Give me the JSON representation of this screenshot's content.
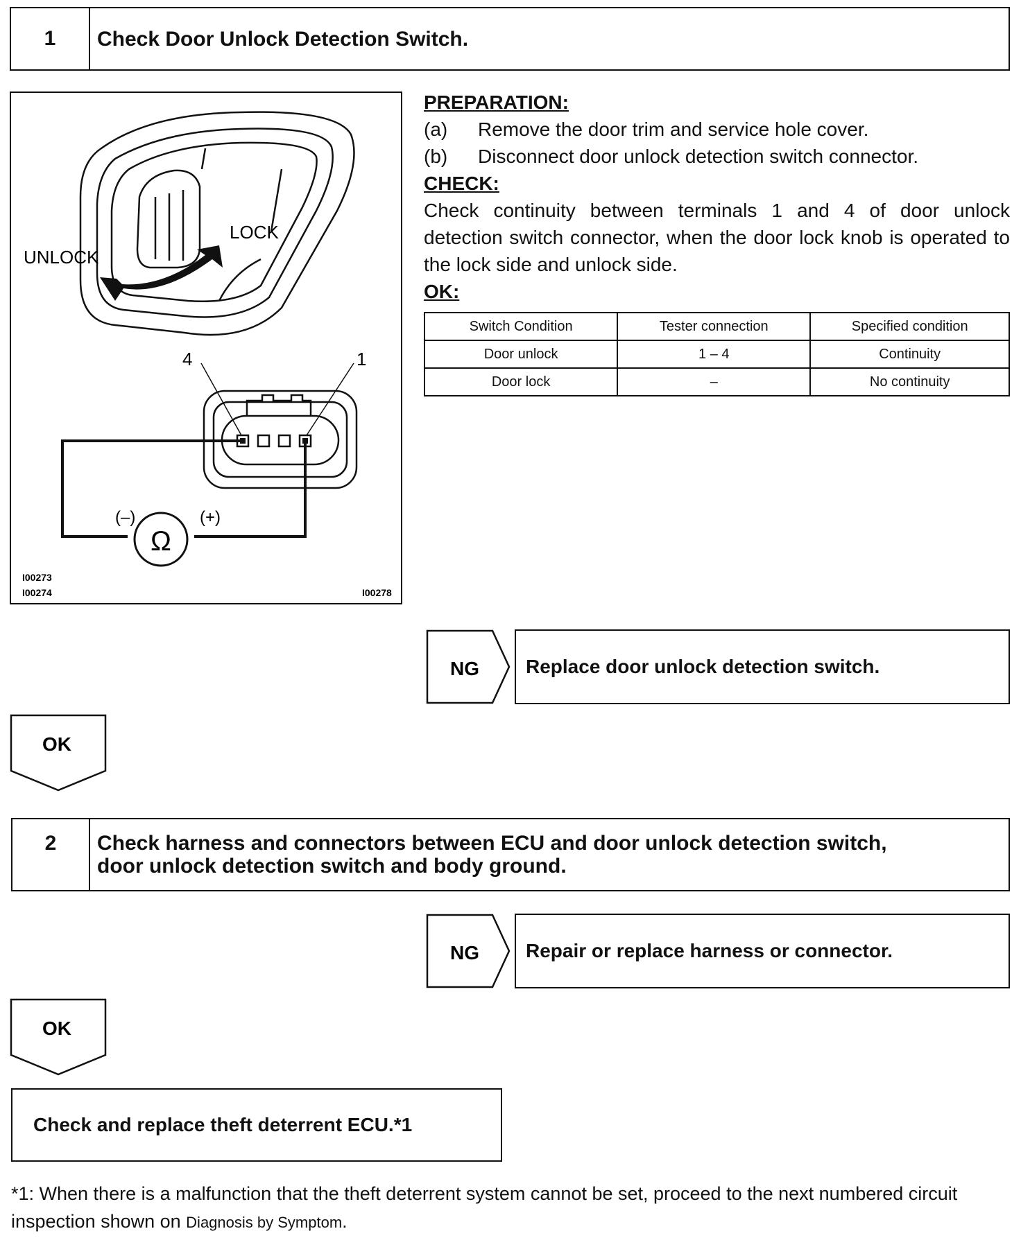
{
  "step1": {
    "number": "1",
    "title": "Check Door Unlock Detection Switch."
  },
  "figure": {
    "label_unlock": "UNLOCK",
    "label_lock": "LOCK",
    "terminal_left": "4",
    "terminal_right": "1",
    "probe_neg": "(–)",
    "probe_pos": "(+)",
    "ohm_symbol": "Ω",
    "code_1": "I00273",
    "code_2": "I00274",
    "code_3": "I00278"
  },
  "instructions": {
    "preparation_heading": "PREPARATION:",
    "prep_a_marker": "(a)",
    "prep_a_text": "Remove the door trim and service hole cover.",
    "prep_b_marker": "(b)",
    "prep_b_text": "Disconnect door unlock detection switch connector.",
    "check_heading": "CHECK:",
    "check_text": "Check continuity between terminals 1 and 4 of door unlock detection switch connector, when the door lock knob is operated to the lock side and unlock side.",
    "ok_heading": "OK:"
  },
  "spec_table": {
    "headers": [
      "Switch Condition",
      "Tester connection",
      "Specified condition"
    ],
    "rows": [
      [
        "Door unlock",
        "1 – 4",
        "Continuity"
      ],
      [
        "Door lock",
        "–",
        "No continuity"
      ]
    ]
  },
  "ng1": {
    "label": "NG",
    "action": "Replace door unlock detection switch."
  },
  "ok1": {
    "label": "OK"
  },
  "step2": {
    "number": "2",
    "title_line1": "Check harness and connectors between ECU and door unlock detection switch,",
    "title_line2": "door unlock detection switch and body ground."
  },
  "ng2": {
    "label": "NG",
    "action": "Repair or replace harness or connector."
  },
  "ok2": {
    "label": "OK"
  },
  "final": {
    "action": "Check and replace theft deterrent ECU.*1"
  },
  "footnote": {
    "text": "*1: When there is a malfunction that the theft deterrent system cannot be set, proceed to the next numbered circuit inspection shown on ",
    "link": "Diagnosis by Symptom",
    "end": "."
  }
}
